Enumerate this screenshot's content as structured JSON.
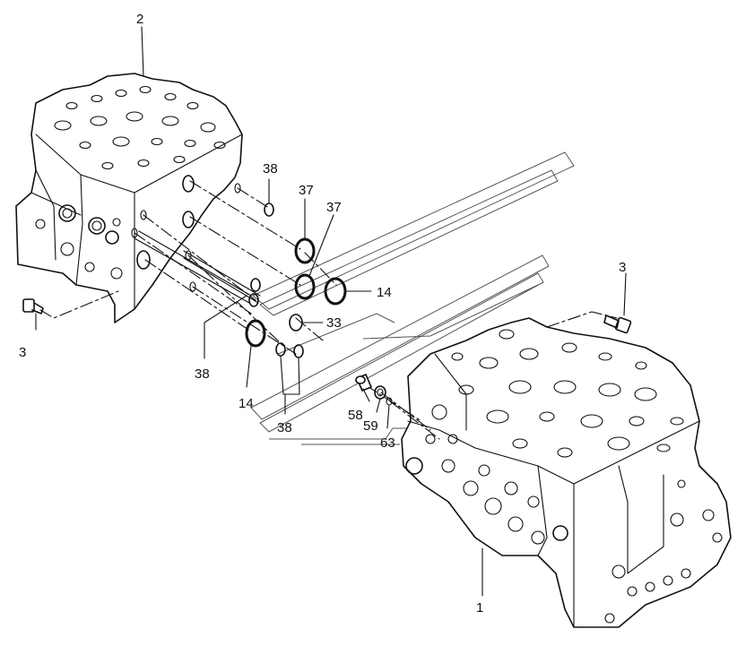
{
  "callouts": {
    "c1": "1",
    "c2": "2",
    "c3_left": "3",
    "c3_right": "3",
    "c14_right": "14",
    "c14_left": "14",
    "c33": "33",
    "c37_a": "37",
    "c37_b": "37",
    "c38_top": "38",
    "c38_left": "38",
    "c38_bottom": "38",
    "c58": "58",
    "c59": "59",
    "c63": "63"
  },
  "colors": {
    "ink": "#111111",
    "background": "#ffffff",
    "watermark": "#555555"
  }
}
